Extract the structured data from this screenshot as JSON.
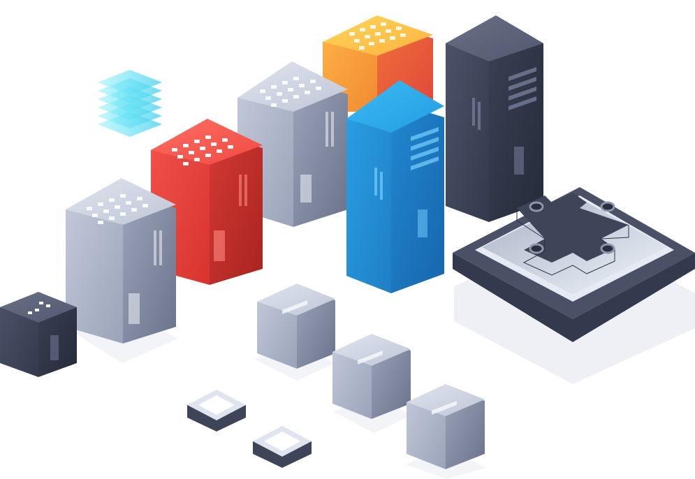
{
  "scene": {
    "background": "#ffffff",
    "palette": {
      "navy": "#3f4559",
      "silver": "#b4bccd",
      "red": "#e8443f",
      "orange": "#f7a13a",
      "blue": "#2592d6",
      "teal": "#62dff0",
      "shadow": "#eef0f5"
    },
    "objects": [
      {
        "name": "teal-layer-stack-icon",
        "color": "teal"
      },
      {
        "name": "small-navy-cube",
        "color": "navy"
      },
      {
        "name": "silver-tower-short",
        "color": "silver"
      },
      {
        "name": "red-tower",
        "color": "red"
      },
      {
        "name": "silver-tower-tall",
        "color": "silver"
      },
      {
        "name": "orange-tower",
        "color": "orange"
      },
      {
        "name": "blue-tower",
        "color": "blue"
      },
      {
        "name": "navy-tower",
        "color": "navy"
      },
      {
        "name": "platform-plus-icon",
        "color": "navy"
      },
      {
        "name": "silver-cube",
        "color": "silver"
      },
      {
        "name": "small-chip",
        "color": "navy"
      }
    ]
  }
}
